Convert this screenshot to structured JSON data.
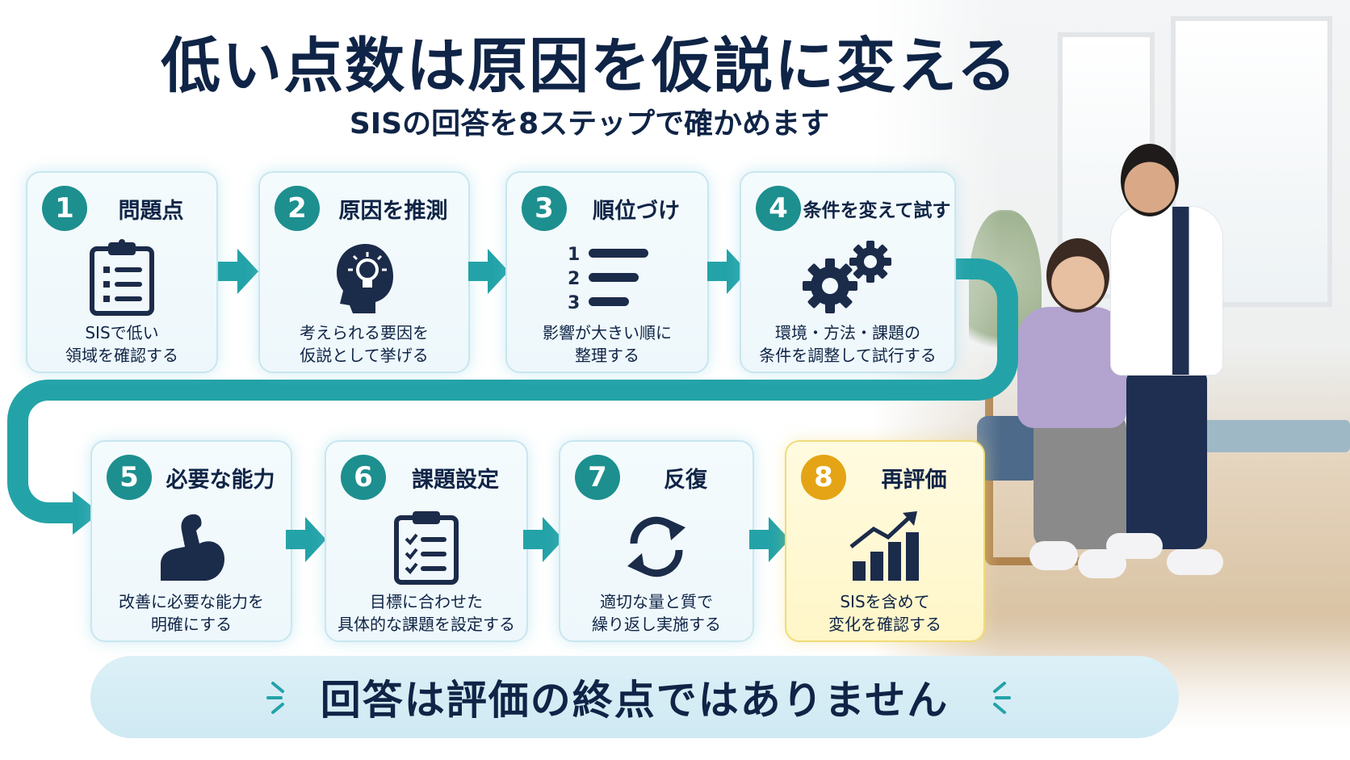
{
  "title": "低い点数は原因を仮説に変える",
  "subtitle": "SISの回答を8ステップで確かめます",
  "steps": [
    {
      "num": "1",
      "title": "問題点",
      "desc1": "SISで低い",
      "desc2": "領域を確認する",
      "icon": "clipboard-list-icon"
    },
    {
      "num": "2",
      "title": "原因を推測",
      "desc1": "考えられる要因を",
      "desc2": "仮説として挙げる",
      "icon": "head-lightbulb-icon"
    },
    {
      "num": "3",
      "title": "順位づけ",
      "desc1": "影響が大きい順に",
      "desc2": "整理する",
      "icon": "numbered-list-icon"
    },
    {
      "num": "4",
      "title": "条件を変えて試す",
      "desc1": "環境・方法・課題の",
      "desc2": "条件を調整して試行する",
      "icon": "gears-icon"
    },
    {
      "num": "5",
      "title": "必要な能力",
      "desc1": "改善に必要な能力を",
      "desc2": "明確にする",
      "icon": "flexed-arm-icon"
    },
    {
      "num": "6",
      "title": "課題設定",
      "desc1": "目標に合わせた",
      "desc2": "具体的な課題を設定する",
      "icon": "checklist-icon"
    },
    {
      "num": "7",
      "title": "反復",
      "desc1": "適切な量と質で",
      "desc2": "繰り返し実施する",
      "icon": "repeat-icon"
    },
    {
      "num": "8",
      "title": "再評価",
      "desc1": "SISを含めて",
      "desc2": "変化を確認する",
      "icon": "growth-chart-icon"
    }
  ],
  "numbered_list": [
    "1",
    "2",
    "3"
  ],
  "banner": "回答は評価の終点ではありません",
  "colors": {
    "teal": "#1d8f8f",
    "navy": "#0f2446",
    "accent_gold": "#e5a415",
    "connector": "#23a3a8"
  }
}
